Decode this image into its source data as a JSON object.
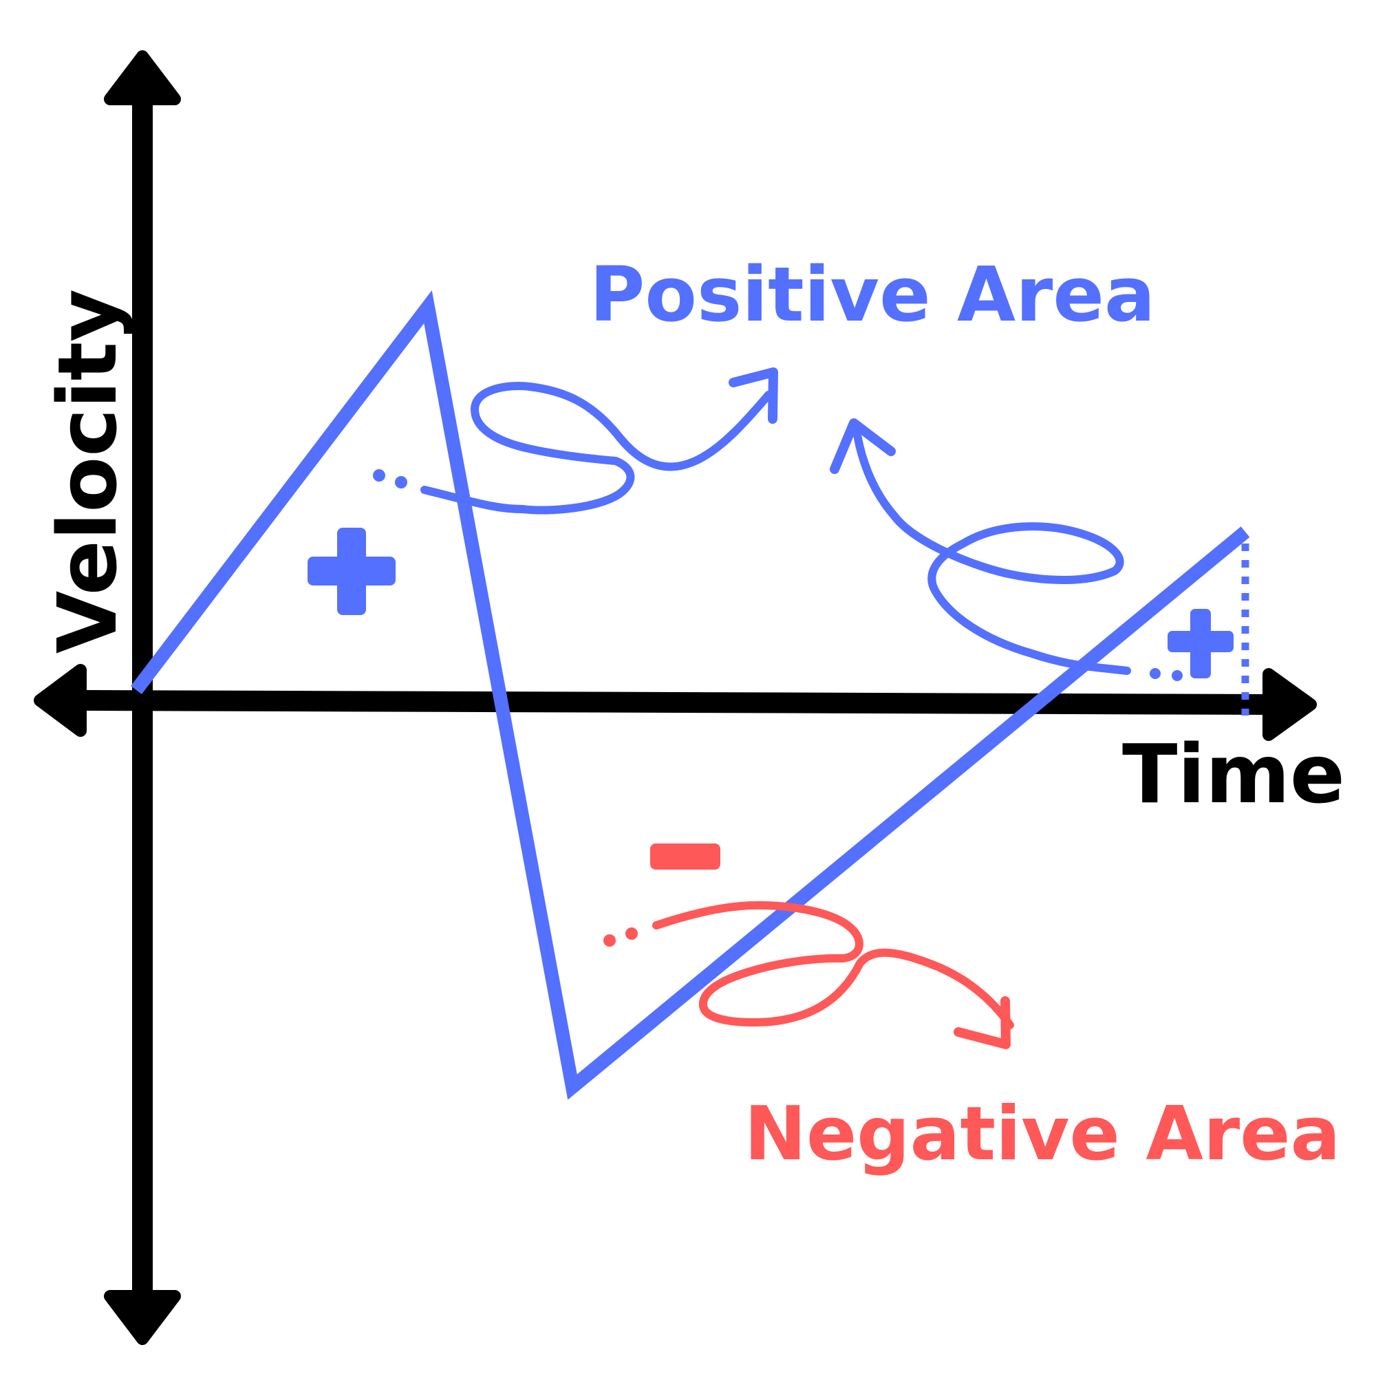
{
  "axes": {
    "x_label": "Time",
    "y_label": "Velocity"
  },
  "annotations": {
    "positive_area": "Positive Area",
    "negative_area": "Negative Area",
    "plus_sign": "+",
    "minus_sign": "-"
  },
  "colors": {
    "axis": "#000000",
    "curve": "#5470ff",
    "positive": "#5470ff",
    "negative": "#ff5858"
  }
}
